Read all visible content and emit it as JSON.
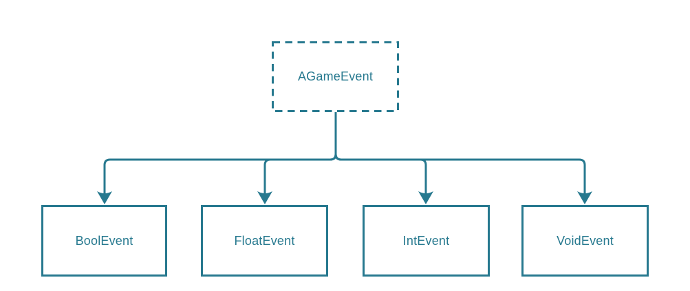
{
  "diagram": {
    "title": "event-class-hierarchy",
    "accent_color": "#27798F",
    "background_color": "#ffffff",
    "parent": {
      "label": "AGameEvent",
      "border_style": "dashed",
      "abstract": true
    },
    "children": [
      {
        "label": "BoolEvent",
        "border_style": "solid"
      },
      {
        "label": "FloatEvent",
        "border_style": "solid"
      },
      {
        "label": "IntEvent",
        "border_style": "solid"
      },
      {
        "label": "VoidEvent",
        "border_style": "solid"
      }
    ],
    "connectors": {
      "style": "orthogonal-rounded",
      "arrow": "filled-chevron-down",
      "from": "AGameEvent",
      "to": [
        "BoolEvent",
        "FloatEvent",
        "IntEvent",
        "VoidEvent"
      ]
    }
  }
}
